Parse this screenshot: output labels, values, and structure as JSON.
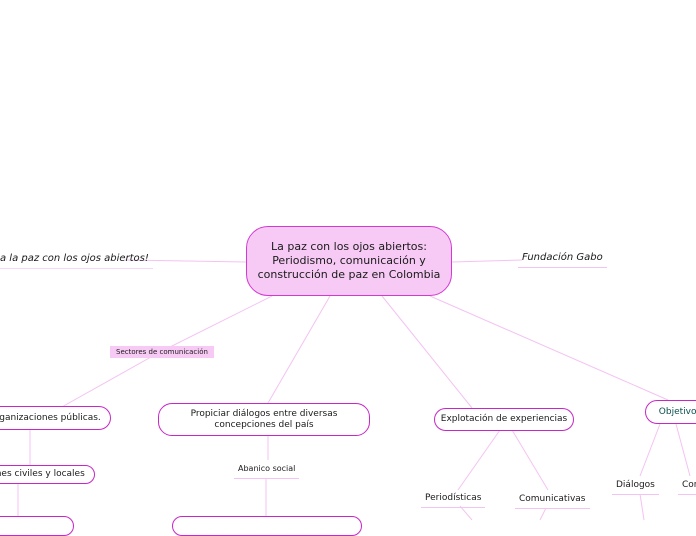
{
  "mindmap": {
    "central": "La paz con los ojos abiertos: Periodismo, comunicación y construcción de paz en Colombia",
    "left_note": "a la paz con los ojos abiertos!",
    "right_note": "Fundación Gabo",
    "sectors_tag": "Sectores de comunicación",
    "public_orgs": "organizaciones públicas.",
    "civil_local": "ones civiles y locales",
    "dialog_box": "Propiciar diálogos entre diversas concepciones del país",
    "social_range": "Abanico social",
    "exploitation": "Explotación de experiencias",
    "journalistic": "Periodísticas",
    "communicative": "Comunicativas",
    "objectives": "Objetivos",
    "dialogues": "Diálogos",
    "cor_partial": "Cor"
  },
  "colors": {
    "accent": "#c727c7",
    "central_fill": "#f7caf5",
    "link": "#f4c2f2",
    "objectives_text": "#0b4f4f"
  }
}
